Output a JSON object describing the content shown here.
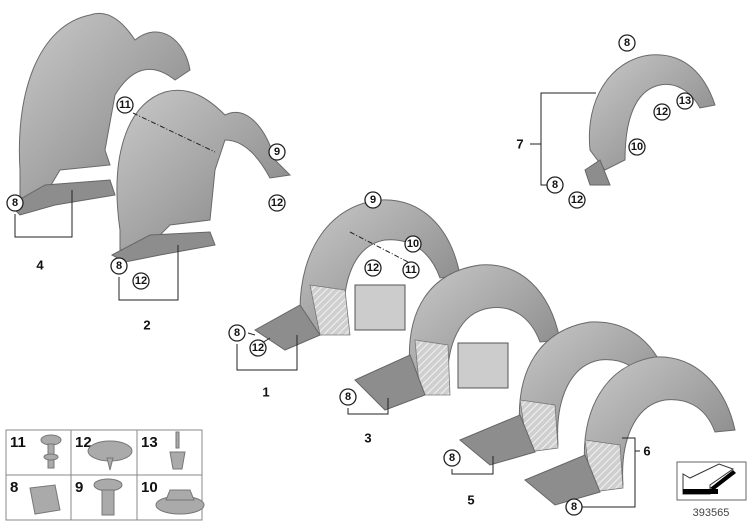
{
  "diagram_number": "393565",
  "callouts": {
    "a8": "8",
    "a4": "4",
    "a11": "11",
    "a9": "9",
    "a12": "12",
    "b8": "8",
    "b12": "12",
    "b2": "2",
    "c9": "9",
    "c10": "10",
    "c12": "12",
    "c11": "11",
    "d8": "8",
    "d12": "12",
    "d1": "1",
    "e8": "8",
    "e3": "3",
    "f8": "8",
    "f5": "5",
    "g8": "8",
    "g6": "6",
    "h7": "7",
    "h8": "8",
    "h12": "12",
    "h8top": "8",
    "h12b": "12",
    "h13": "13",
    "h10": "10"
  },
  "legend": {
    "cells": [
      "11",
      "12",
      "13",
      "8",
      "9",
      "10"
    ]
  },
  "colors": {
    "part": "#a8a8a8",
    "line": "#222222"
  }
}
